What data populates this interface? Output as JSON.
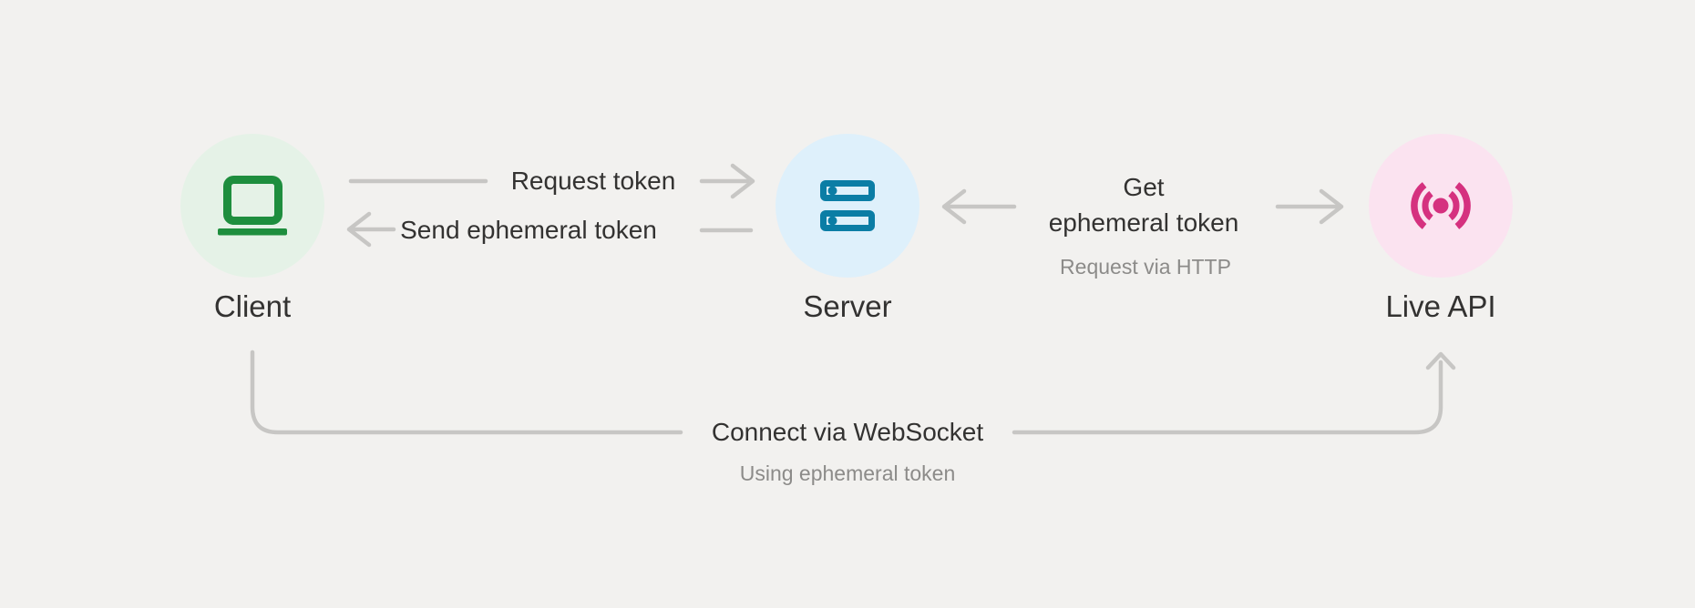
{
  "colors": {
    "background": "#f2f1ef",
    "connector": "#c7c6c4",
    "text_primary": "#333231",
    "text_secondary": "#8c8b89",
    "client_icon": "#1e8e3e",
    "client_circle_bg": "#e5f2e7",
    "server_icon": "#0b7da5",
    "server_circle_bg": "#def0fb",
    "live_api_icon": "#d5317f",
    "live_api_circle_bg": "#fbe3f0"
  },
  "nodes": {
    "client": {
      "label": "Client",
      "icon": "laptop-icon"
    },
    "server": {
      "label": "Server",
      "icon": "server-rack-icon"
    },
    "live_api": {
      "label": "Live API",
      "icon": "live-broadcast-icon"
    }
  },
  "edges": {
    "request_token": {
      "label": "Request token",
      "direction": "client-to-server"
    },
    "send_ephemeral_token": {
      "label": "Send ephemeral token",
      "direction": "server-to-client"
    },
    "get_ephemeral_token": {
      "label_line1": "Get",
      "label_line2": "ephemeral token",
      "sublabel": "Request via HTTP",
      "direction": "server-to-live-api"
    },
    "connect_via_websocket": {
      "label": "Connect via WebSocket",
      "sublabel": "Using ephemeral token",
      "direction": "client-to-live-api"
    }
  }
}
